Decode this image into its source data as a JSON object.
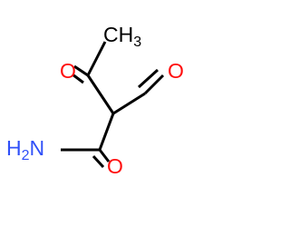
{
  "molecule": {
    "labels": {
      "methyl": "CH",
      "methyl_sub": "3",
      "ketone_oxygen": "O",
      "aldehyde_oxygen": "O",
      "amide_oxygen": "O",
      "amine": "H",
      "amine_sub": "2",
      "amine_n": "N"
    },
    "colors": {
      "carbon": "#000000",
      "oxygen": "#ff0d0d",
      "nitrogen": "#3050f8"
    }
  }
}
